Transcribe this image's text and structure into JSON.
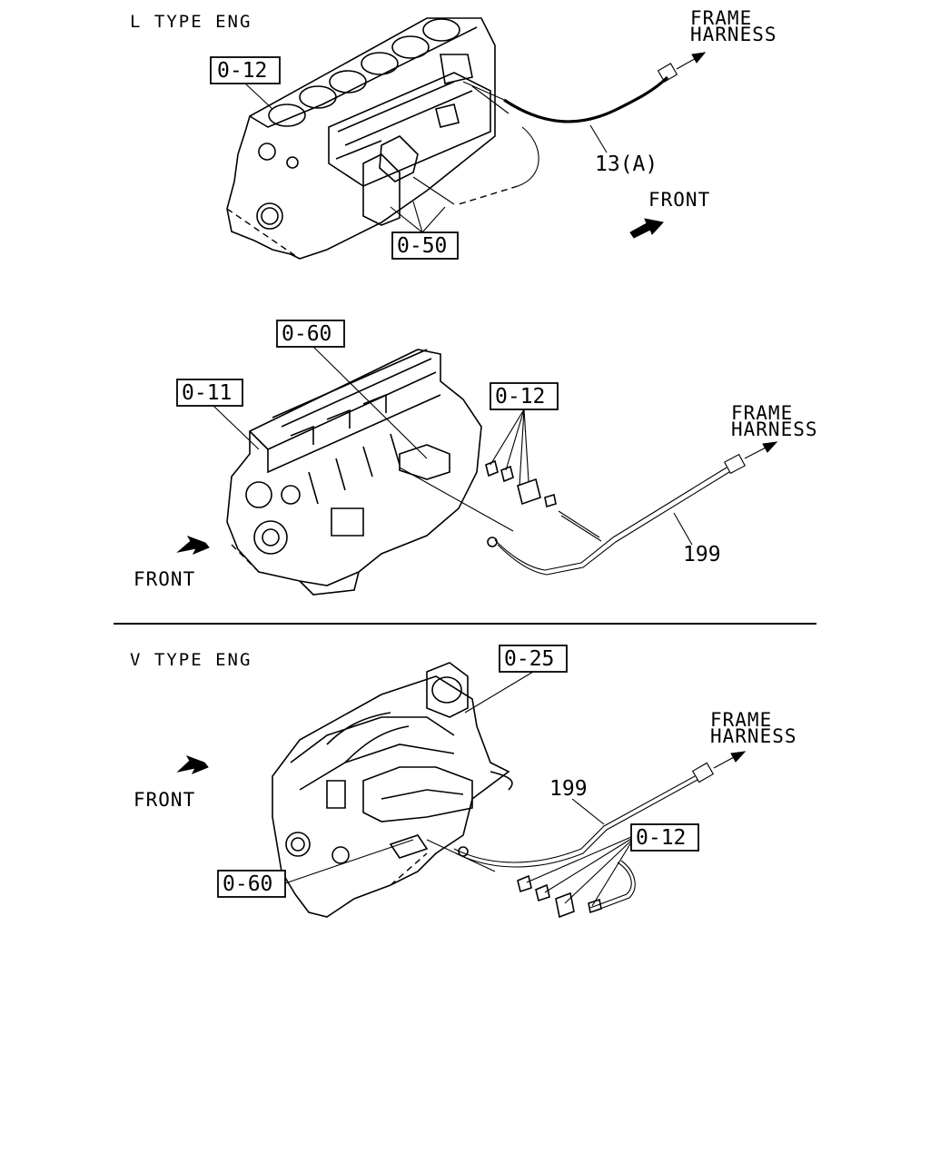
{
  "sections": {
    "l_type": "L TYPE ENG",
    "v_type": "V TYPE ENG"
  },
  "labels": {
    "frame_harness_1_line1": "FRAME",
    "frame_harness_1_line2": "HARNESS",
    "frame_harness_2_line1": "FRAME",
    "frame_harness_2_line2": "HARNESS",
    "frame_harness_3_line1": "FRAME",
    "frame_harness_3_line2": "HARNESS",
    "front_1": "FRONT",
    "front_2": "FRONT",
    "front_3": "FRONT",
    "part_13a": "13(A)",
    "part_199_a": "199",
    "part_199_b": "199"
  },
  "refs": {
    "r_0_12_a": "0-12",
    "r_0_50": "0-50",
    "r_0_60_a": "0-60",
    "r_0_11": "0-11",
    "r_0_12_b": "0-12",
    "r_0_25": "0-25",
    "r_0_12_c": "0-12",
    "r_0_60_b": "0-60"
  }
}
